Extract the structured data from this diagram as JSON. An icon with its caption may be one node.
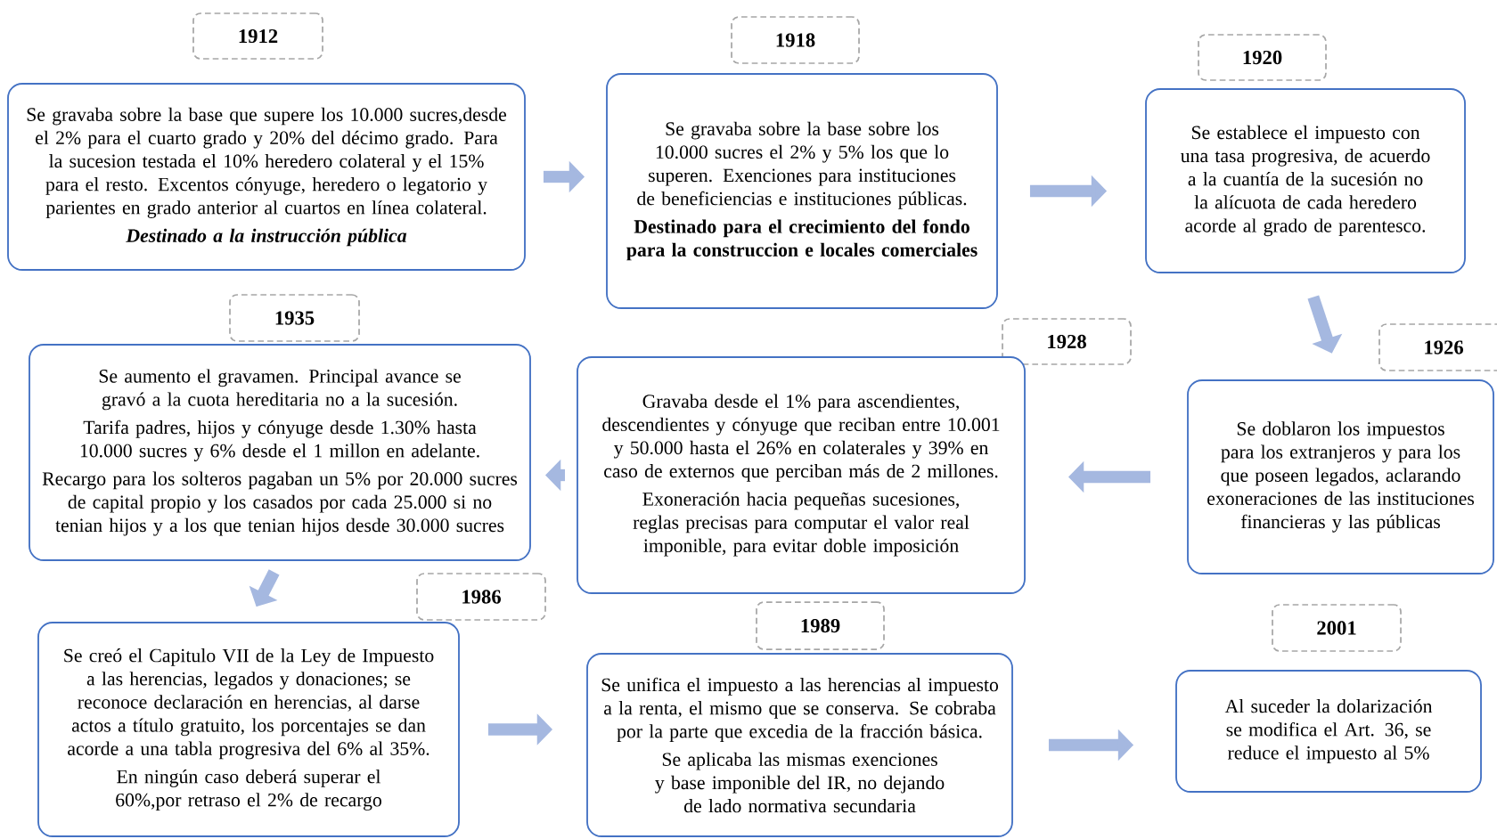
{
  "diagram": {
    "nodes": [
      {
        "text": [
          "1912"
        ]
      },
      {
        "text": [
          "Se gravaba sobre la base que supere los 10.000 sucres,desde el 2% para el cuarto grado y 20% del décimo grado. Para la sucesion testada el 10% heredero colateral y el 15% para el resto. Excentos cónyuge, heredero o legatorio y parientes en grado anterior al cuartos en línea colateral.",
          "Destinado a la instrucción pública"
        ]
      },
      {
        "text": [
          "1918"
        ]
      },
      {
        "text": [
          "Se gravaba sobre la base sobre los 10.000 sucres el 2% y 5% los que lo superen. Exenciones para instituciones de beneficiencias e instituciones públicas.",
          "Destinado para el crecimiento del fondo para la construccion e locales comerciales"
        ]
      },
      {
        "text": [
          "1920"
        ]
      },
      {
        "text": [
          "Se establece el impuesto con una tasa progresiva, de acuerdo a la cuantía de la sucesión no la alícuota de cada heredero acorde al grado de parentesco."
        ]
      },
      {
        "text": [
          "1926"
        ]
      },
      {
        "text": [
          "Se doblaron los impuestos para los extranjeros y para los que poseen legados, aclarando exoneraciones de las instituciones financieras y las públicas"
        ]
      },
      {
        "text": [
          "1928"
        ]
      },
      {
        "text": [
          "Gravaba desde el 1% para ascendientes, descendientes y cónyuge que reciban entre 10.001 y 50.000 hasta el 26% en colaterales y 39% en caso de externos que perciban más de 2 millones.",
          "Exoneración hacia pequeñas sucesiones, reglas precisas para computar el valor real imponible, para evitar doble imposición"
        ]
      },
      {
        "text": [
          "1935"
        ]
      },
      {
        "text": [
          "Se aumento el gravamen. Principal avance se gravó a la cuota hereditaria no a la sucesión.",
          "Tarifa padres, hijos y cónyuge desde 1.30% hasta 10.000 sucres y 6% desde el 1 millon en adelante.",
          "Recargo para los solteros pagaban un 5% por 20.000 sucres de capital propio y los casados por cada 25.000 si no tenian hijos y a los que tenian hijos desde 30.000 sucres"
        ]
      },
      {
        "text": [
          "1986"
        ]
      },
      {
        "text": [
          "Se creó el Capitulo VII de la Ley de Impuesto a las herencias, legados y donaciones; se reconoce declaración en herencias, al darse actos a título gratuito, los porcentajes se dan acorde a una tabla progresiva del 6% al 35%.",
          "En ningún caso deberá superar el 60%,por retraso el 2% de recargo"
        ]
      },
      {
        "text": [
          "1989"
        ]
      },
      {
        "text": [
          "Se unifica el impuesto a las herencias al impuesto a la renta, el mismo que se conserva. Se cobraba por la parte que excedia de la fracción básica.",
          "Se aplicaba las mismas exenciones y base imponible del IR, no dejando de lado normativa secundaria"
        ]
      },
      {
        "text": [
          "2001"
        ]
      },
      {
        "text": [
          "Al suceder la dolarización se modifica el Art. 36, se reduce el impuesto al 5%"
        ]
      }
    ],
    "edges": [
      {
        "from": 1,
        "to": 3,
        "arrow": "to"
      },
      {
        "from": 3,
        "to": 5,
        "arrow": "to"
      },
      {
        "from": 5,
        "to": 7,
        "arrow": "to"
      },
      {
        "from": 7,
        "to": 9,
        "arrow": "to"
      },
      {
        "from": 9,
        "to": 11,
        "arrow": "to"
      },
      {
        "from": 11,
        "to": 13,
        "arrow": "to"
      },
      {
        "from": 13,
        "to": 15,
        "arrow": "to"
      },
      {
        "from": 15,
        "to": 17,
        "arrow": "to"
      }
    ]
  }
}
